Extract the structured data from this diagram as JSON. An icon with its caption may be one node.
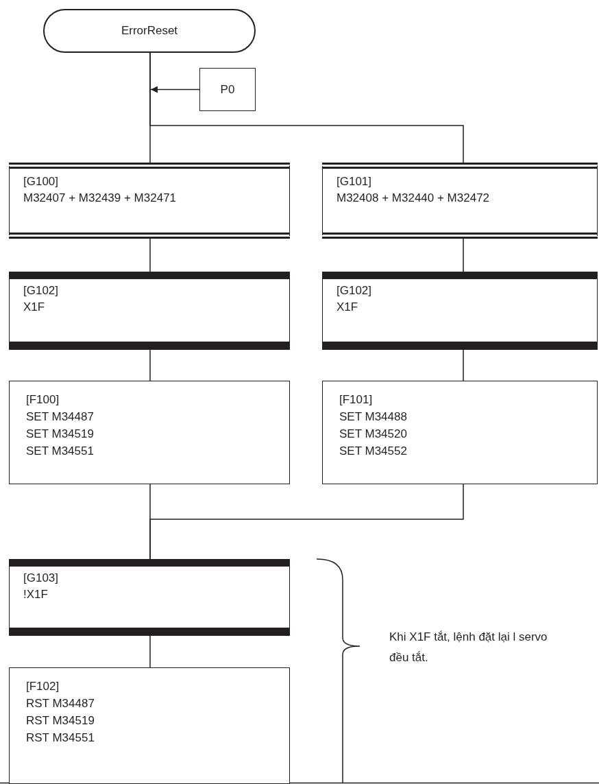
{
  "diagram": {
    "nodes": [
      {
        "text": [
          "ErrorReset"
        ]
      },
      {
        "text": [
          "P0"
        ]
      },
      {
        "text": [
          "[G100]",
          "M32407 + M32439 + M32471"
        ]
      },
      {
        "text": [
          "[G101]",
          "M32408 + M32440 + M32472"
        ]
      },
      {
        "text": [
          "[G102]",
          "X1F"
        ]
      },
      {
        "text": [
          "[G102]",
          "X1F"
        ]
      },
      {
        "text": [
          "[F100]",
          "SET M34487",
          "SET M34519",
          "SET M34551"
        ]
      },
      {
        "text": [
          "[F101]",
          "SET M34488",
          "SET M34520",
          "SET M34552"
        ]
      },
      {
        "text": [
          "[G103]",
          "!X1F"
        ]
      },
      {
        "text": [
          "[F102]",
          "RST M34487",
          "RST M34519",
          "RST M34551"
        ]
      }
    ],
    "edges": [
      {
        "from": 0,
        "to": 2,
        "arrow": "none"
      },
      {
        "from": 0,
        "to": 3,
        "arrow": "none"
      },
      {
        "from": 1,
        "to": null,
        "arrow": "to"
      },
      {
        "from": 2,
        "to": 4,
        "arrow": "none"
      },
      {
        "from": 3,
        "to": 5,
        "arrow": "none"
      },
      {
        "from": 4,
        "to": 6,
        "arrow": "none"
      },
      {
        "from": 5,
        "to": 7,
        "arrow": "none"
      },
      {
        "from": 6,
        "to": 8,
        "arrow": "none"
      },
      {
        "from": 7,
        "to": 8,
        "arrow": "none"
      },
      {
        "from": 8,
        "to": 9,
        "arrow": "none"
      }
    ],
    "labels": [
      "Khi X1F tắt, lệnh đặt lại l servo đều tắt."
    ]
  }
}
